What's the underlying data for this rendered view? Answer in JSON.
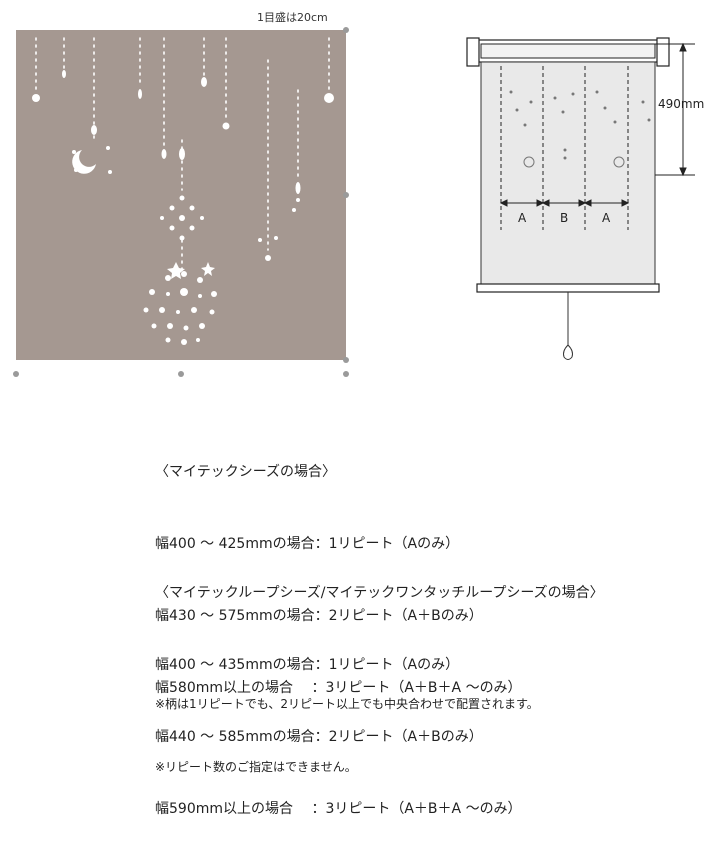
{
  "scale_note": "1目盛は20cm",
  "diagram": {
    "drop_label": "490mm",
    "repeat_labels": [
      "A",
      "B",
      "A"
    ]
  },
  "section1": {
    "title": "〈マイテックシーズの場合〉",
    "rows": [
      "幅400 ～ 425mmの場合：1リピート（Aのみ）",
      "幅430 ～ 575mmの場合：2リピート（A＋Bのみ）",
      "幅580mm以上の場合　 ：3リピート（A＋B＋A ～のみ）"
    ]
  },
  "section2": {
    "title": "〈マイテックループシーズ/マイテックワンタッチループシーズの場合〉",
    "rows": [
      "幅400 ～ 435mmの場合：1リピート（Aのみ）",
      "幅440 ～ 585mmの場合：2リピート（A＋Bのみ）",
      "幅590mm以上の場合　 ：3リピート（A＋B＋A ～のみ）"
    ]
  },
  "notes": [
    "※柄は1リピートでも、2リピート以上でも中央合わせで配置されます。",
    "※リピート数のご指定はできません。"
  ],
  "colors": {
    "swatch": "#a59891",
    "pattern": "#ffffff",
    "scale_dot": "#9a9a9a",
    "blind_fabric": "#e9e9e9"
  }
}
